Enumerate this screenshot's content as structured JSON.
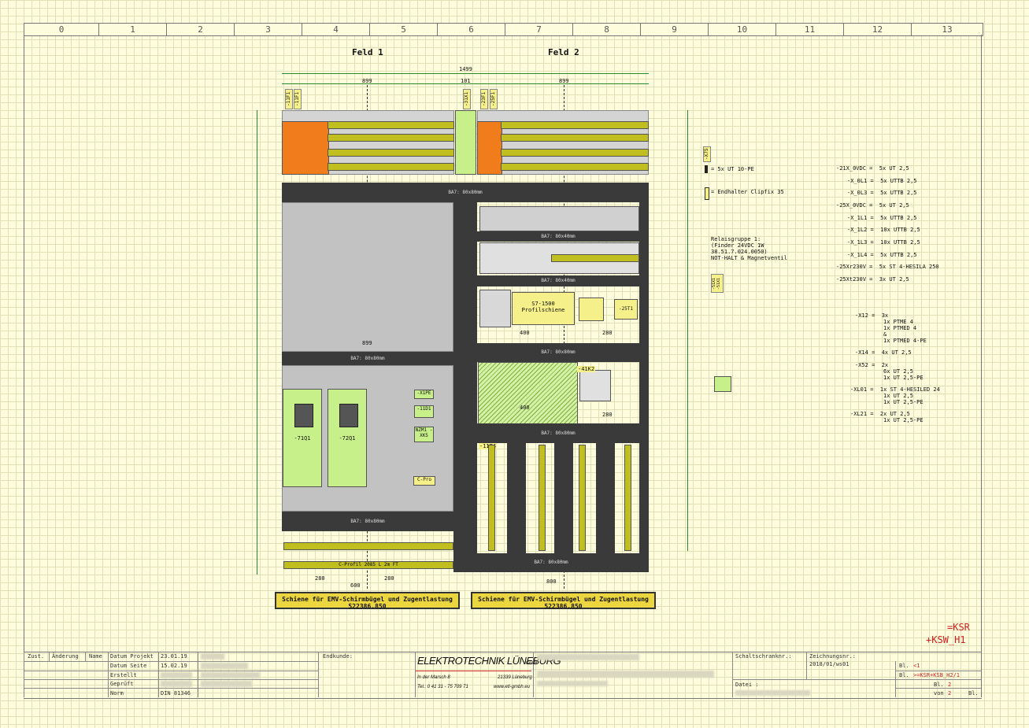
{
  "ruler": [
    "0",
    "1",
    "2",
    "3",
    "4",
    "5",
    "6",
    "7",
    "8",
    "9",
    "10",
    "11",
    "12",
    "13"
  ],
  "fields": {
    "f1": "Feld 1",
    "f2": "Feld 2"
  },
  "dims": {
    "total": "1499",
    "f1w": "899",
    "mid": "101",
    "f2w": "899",
    "f1_bottom": "600",
    "f2_bottom": "800",
    "w280a": "280",
    "w280b": "280",
    "w400a": "400",
    "w280c": "280",
    "w400b": "400",
    "w280d": "280",
    "w899b": "899"
  },
  "ducts": {
    "d1": "BA7: 80x80mm",
    "d2": "BA7: 80x40mm",
    "d3": "BA7: 80x40mm",
    "d4": "BA7: 80x80mm",
    "d5": "BA7: 80x80mm",
    "d6": "BA7: 80x80mm",
    "d7": "BA7: 80x80mm",
    "d8": "BA7: 80x80mm"
  },
  "components": {
    "s7": "S7-1500 Profilschiene",
    "g71": "-71Q1",
    "g72": "-72Q1",
    "k1": "-11D1",
    "xk": "-X1PE",
    "nzm": "NZM1 -XK5",
    "cpro": "C-Pro",
    "cprofil": "C-Profil 2085 L 2m FT",
    "k41": "-41K2",
    "ts": "-25T1",
    "k11f4": "-11F4"
  },
  "buttons": {
    "b1": "Schiene für EMV-Schirmbügel und Zugentlastung",
    "b1n": "522386.850",
    "b2": "Schiene für EMV-Schirmbügel und Zugentlastung",
    "b2n": "522386.850"
  },
  "legend_top": {
    "tag": "-X75",
    "l1": "= 5x UT 10-PE",
    "l2": "= Endhalter Clipfix 35"
  },
  "relais": [
    "Relaisgruppe 1:",
    "(Finder 24VDC 1W",
    "38.51.7.024.0050)",
    "NOT-HALT & Magnetventil"
  ],
  "terms_right": [
    "-21X_0VDC =  5x UT 2,5",
    "-X_0L1 =  5x UTTB 2,5",
    "-X_0L3 =  5x UTTB 2,5",
    "-25X_0VDC =  5x UT 2,5",
    "-X_1L1 =  5x UTTB 2,5",
    "-X_1L2 =  10x UTTB 2,5",
    "-X_1L3 =  10x UTTB 2,5",
    "-X_1L4 =  5x UTTB 2,5",
    "-25Xr230V =  5x ST 4-HESILA 250",
    "-25Xt230V =  3x UT 2,5"
  ],
  "terms_lower": [
    "-X12 =  3x",
    "1x PTME 4",
    "1x PTMED 4",
    "&",
    "1x PTMED 4-PE",
    "-X14 =  4x UT 2,5",
    "-X52 =  2x",
    "6x UT 2,5",
    "1x UT 2,5-PE",
    "-XL01 =  1x ST 4-HESILED 24",
    "1x UT 2,5",
    "1x UT 2,5-PE",
    "-XL21 =  2x UT 2,5",
    "1x UT 2,5-PE"
  ],
  "mid_tag": "-51X1 -51X1",
  "ref": {
    "l1": "=KSR",
    "l2": "+KSW_H1"
  },
  "titleblock": {
    "zust": "Zust.",
    "aend": "Änderung",
    "name": "Name",
    "datum_projekt": "Datum Projekt",
    "dp": "23.01.19",
    "datum_seite": "Datum Seite",
    "ds": "15.02.19",
    "erstellt": "Erstellt",
    "geprueft": "Geprüft",
    "norm": "Norm",
    "normv": "DIN 81346",
    "endkunde": "Endkunde:",
    "logo": "ELEKTROTECHNIK LÜNEBURG",
    "logo_gmbh": "GmbH",
    "addr1": "In der Marsch 8",
    "addr2": "21339 Lüneburg",
    "tel": "Tel.: 0 41 31 - 75 709 71",
    "web": "www.etl-gmbh.eu",
    "schaltschrank": "Schaltschranknr.:",
    "zeichnung": "Zeichnungsnr.:",
    "zeichnungv": "2018/01/ws01",
    "datei": "Datei :",
    "bl1": "Bl.",
    "bl1v": "<1",
    "bl2": "Bl.",
    "bl2v": ">=KSR+KSB_H2/1",
    "bl3": "Bl.",
    "bl3v": "2",
    "von": "von",
    "vonv": "2",
    "blEnd": "Bl."
  }
}
